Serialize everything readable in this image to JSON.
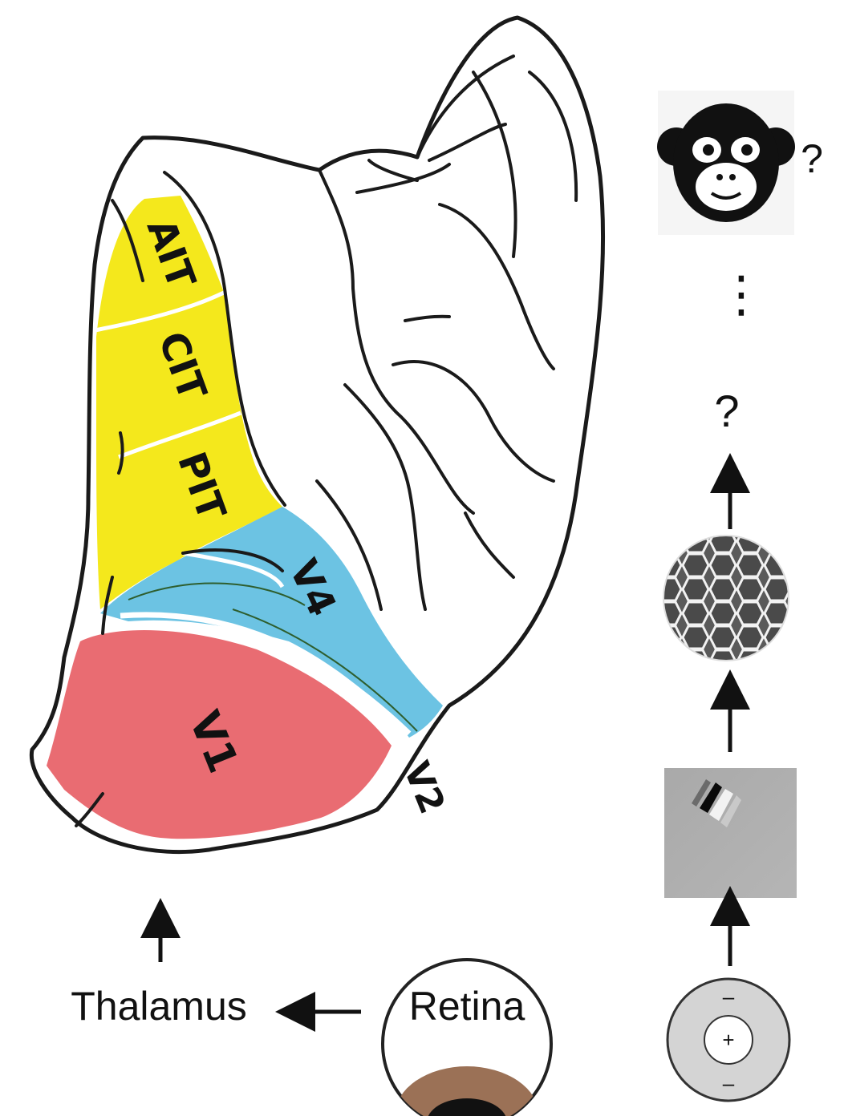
{
  "brain_areas": {
    "ait": "AIT",
    "cit": "CIT",
    "pit": "PIT",
    "v4": "V4",
    "v1": "V1",
    "v2": "V2"
  },
  "pathway": {
    "thalamus": "Thalamus",
    "retina": "Retina"
  },
  "hierarchy": {
    "question_top": "?",
    "ellipsis": "⋮",
    "question_mid": "?",
    "center_plus": "+",
    "surround_minus_top": "–",
    "surround_minus_bottom": "–"
  },
  "colors": {
    "it_yellow": "#f4e81c",
    "v4_blue": "#6cc3e3",
    "v1_red": "#e96c72",
    "retina_brown": "#9b7156"
  },
  "icons": {
    "monkey": "monkey-face-icon",
    "honeycomb": "honeycomb-texture-icon",
    "gabor": "oriented-edge-filter-icon",
    "center_surround": "center-surround-receptive-field-icon",
    "eye": "eye-retina-icon"
  }
}
